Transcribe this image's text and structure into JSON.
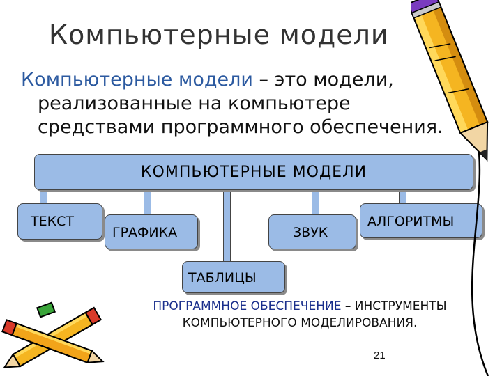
{
  "slide": {
    "title": "Компьютерные модели",
    "definition": {
      "term": "Компьютерные модели",
      "line1_rest": " – это модели,",
      "line2": "реализованные на компьютере",
      "line3": "средствами программного обеспечения."
    },
    "diagram": {
      "root": "КОМПЬЮТЕРНЫЕ МОДЕЛИ",
      "children": {
        "text": "ТЕКСТ",
        "graphics": "ГРАФИКА",
        "sound": "ЗВУК",
        "algorithms": "АЛГОРИТМЫ",
        "tables": "ТАБЛИЦЫ"
      },
      "box_color": "#9bbbe6"
    },
    "software_note": {
      "term": "ПРОГРАММНОЕ ОБЕСПЕЧЕНИЕ",
      "definition_part1": " – ИНСТРУМЕНТЫ",
      "definition_part2": "КОМПЬЮТЕРНОГО МОДЕЛИРОВАНИЯ."
    },
    "page_number": "21",
    "decorations": [
      "pencil-clipart-icon",
      "pencils-clipart-icon"
    ]
  }
}
